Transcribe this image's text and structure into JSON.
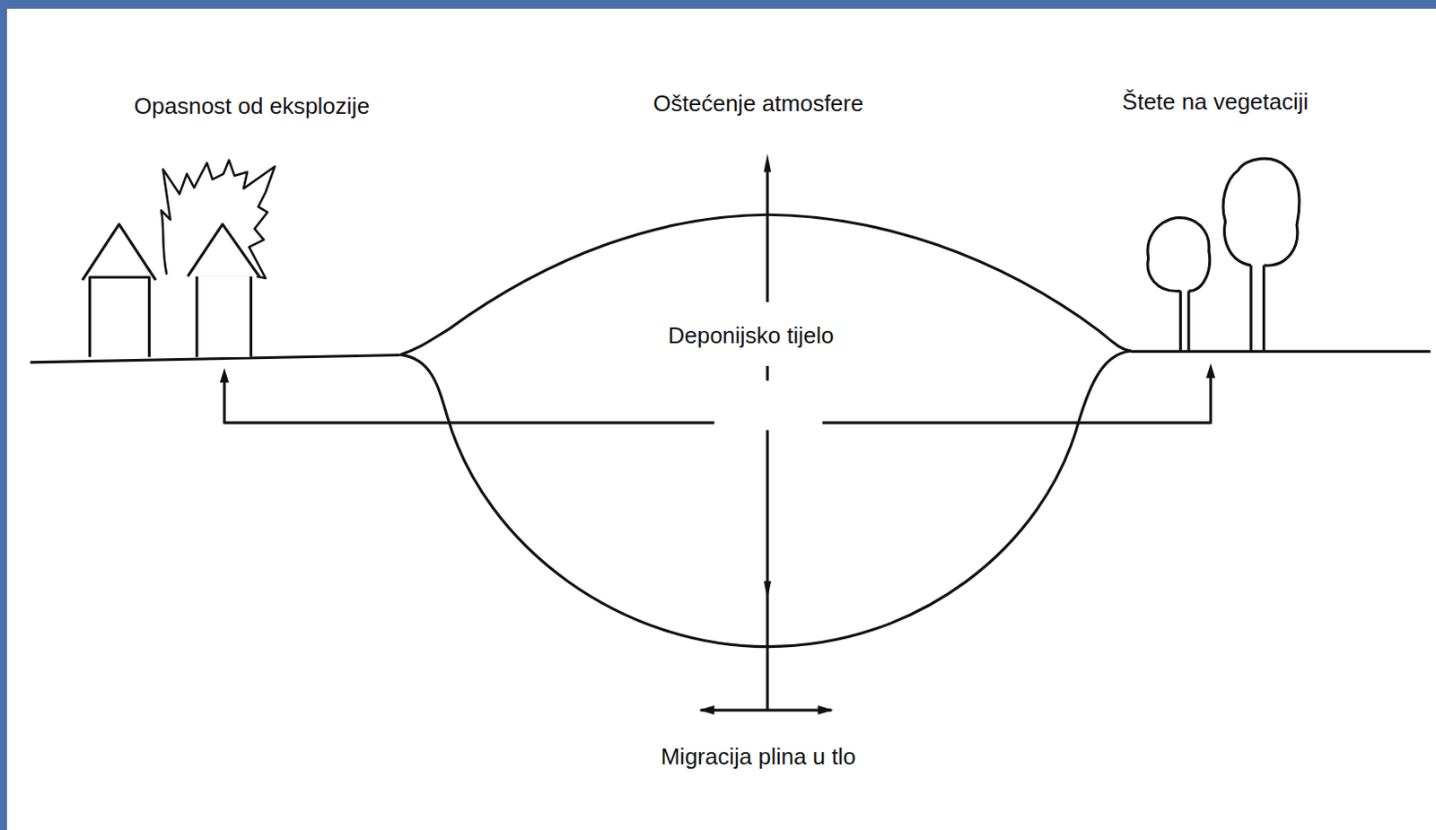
{
  "diagram": {
    "nodes": [
      {
        "text": [
          "Deponijsko tijelo"
        ]
      }
    ],
    "labels": [
      "Opasnost od eksplozije",
      "Oštećenje atmosfere",
      "Štete na vegetaciji",
      "Migracija plina u tlo"
    ]
  }
}
